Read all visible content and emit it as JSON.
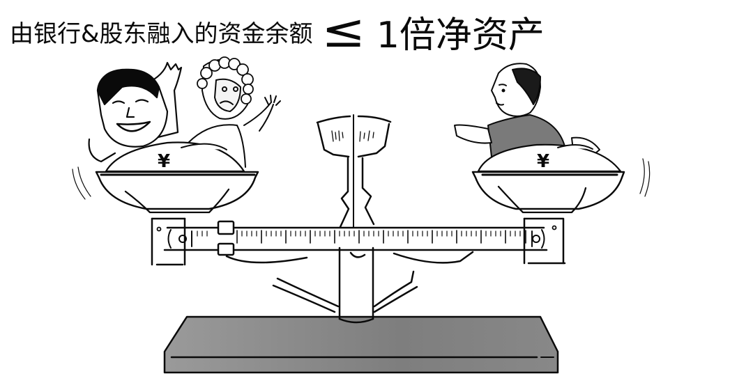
{
  "caption": {
    "left_text": "由银行&股东融入的资金余额",
    "operator": "≤",
    "right_text": "1倍净资产"
  },
  "illustration": {
    "subject": "balance-scale-cartoon",
    "left_pan": {
      "symbol": "¥",
      "figures": [
        "smiling-man",
        "old-woman-with-curlers"
      ]
    },
    "right_pan": {
      "symbol": "¥",
      "figures": [
        "bald-man-reaching"
      ]
    }
  },
  "colors": {
    "ink": "#0a0a0a",
    "base_gray": "#8a8a8a",
    "shirt_gray": "#7a7a7a",
    "background": "#ffffff"
  }
}
